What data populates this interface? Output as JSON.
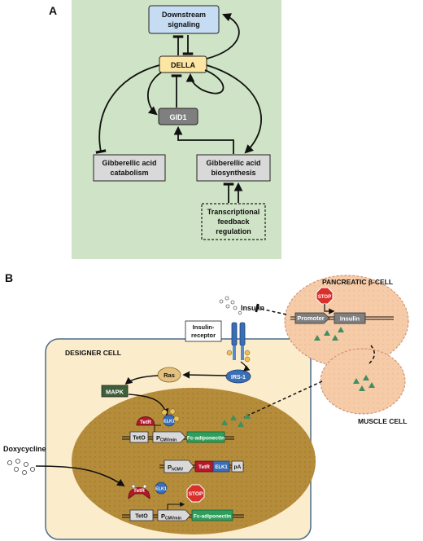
{
  "panel_a": {
    "letter": "A",
    "nodes": {
      "downstream": [
        "Downstream",
        "signaling"
      ],
      "della": "DELLA",
      "gid1": "GID1",
      "ga_catabolism": [
        "Gibberellic acid",
        "catabolism"
      ],
      "ga_biosynthesis": [
        "Gibberellic acid",
        "biosynthesis"
      ],
      "transcriptional": [
        "Transcriptional",
        "feedback",
        "regulation"
      ]
    }
  },
  "panel_b": {
    "letter": "B",
    "designer_cell": "DESIGNER CELL",
    "pancreatic_cell": "PANCREATIC β-CELL",
    "muscle_cell": "MUSCLE CELL",
    "insulin": "Insulin",
    "insulin_receptor": [
      "Insulin-",
      "receptor"
    ],
    "irs1": "IRS-1",
    "ras": "Ras",
    "mapk": "MAPK",
    "doxycycline": "Doxycycline",
    "promoter": "Promoter",
    "insulin_gene": "Insulin",
    "stop": "STOP",
    "tetr": "TetR",
    "elk1": "ELK1",
    "teto": "TetO",
    "pcmv_min_main": "P",
    "pcmv_min_sub": "CMVmin",
    "pcmv_main": "P",
    "pcmv_sub": "hCMV",
    "fc_adiponectin": "Fc-adiponectin",
    "pa": "pA",
    "phospho": "P"
  },
  "colors": {
    "panel_a_bg": "#cfe4c6",
    "della": "#fde6a3",
    "downstream": "#c5dcf2",
    "gid1": "#7f7f7f",
    "cell_bg": "#fbeccb",
    "nucleus": "#b58c3a",
    "peach": "#f6cba8",
    "tetr_red": "#b3182b",
    "elk_blue": "#3a6fb7",
    "fc_green": "#2e9e5b",
    "triangle": "#3f8f5f"
  }
}
